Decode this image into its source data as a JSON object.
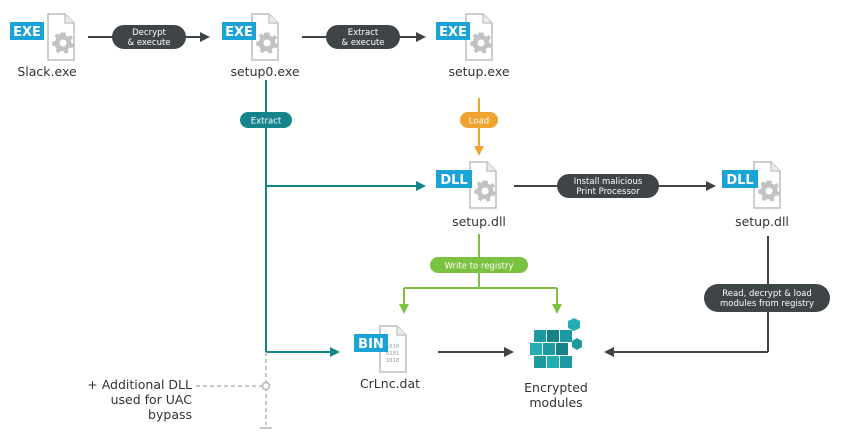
{
  "files": {
    "slack": {
      "badge": "EXE",
      "name": "Slack.exe"
    },
    "setup0": {
      "badge": "EXE",
      "name": "setup0.exe"
    },
    "setup_exe": {
      "badge": "EXE",
      "name": "setup.exe"
    },
    "setup_dll": {
      "badge": "DLL",
      "name": "setup.dll"
    },
    "setup_dll_2": {
      "badge": "DLL",
      "name": "setup.dll"
    },
    "crlnc": {
      "badge": "BIN",
      "name": "CrLnc.dat",
      "hex_lines": [
        "1010",
        "0101",
        "1010"
      ]
    },
    "modules": {
      "name_line1": "Encrypted",
      "name_line2": "modules"
    }
  },
  "edges": {
    "decrypt_execute": {
      "line1": "Decrypt",
      "line2": "& execute"
    },
    "extract_execute": {
      "line1": "Extract",
      "line2": "& execute"
    },
    "extract": {
      "label": "Extract"
    },
    "load": {
      "label": "Load"
    },
    "install": {
      "line1": "Install malicious",
      "line2": "Print Processor"
    },
    "write_registry": {
      "label": "Write to registry"
    },
    "read_registry": {
      "line1": "Read, decrypt & load",
      "line2": "modules from registry"
    }
  },
  "note": {
    "line1": "+ Additional DLL",
    "line2": "used for UAC",
    "line3": "bypass"
  },
  "colors": {
    "badge_blue": "#1aa3d6",
    "dark_pill": "#3f4547",
    "teal": "#16848c",
    "orange": "#f0a32e",
    "green": "#7cc242",
    "cube": "#1c9aa0"
  }
}
